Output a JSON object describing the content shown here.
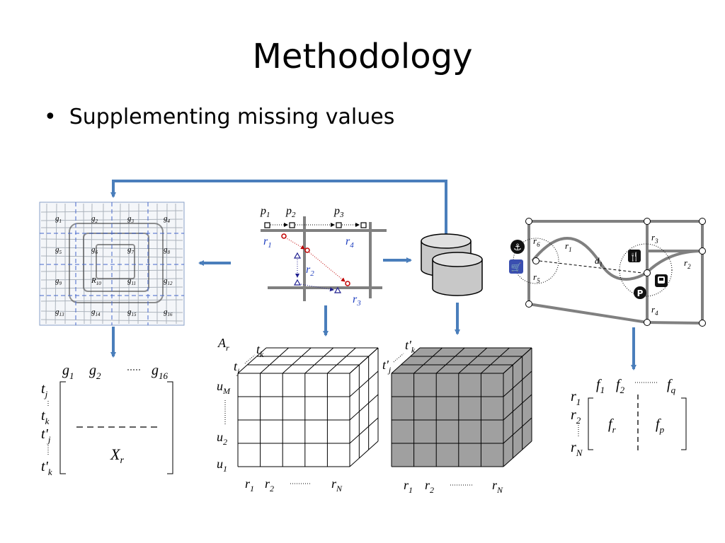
{
  "slide": {
    "title": "Methodology",
    "bullet": "Supplementing missing values"
  },
  "map_panel": {
    "grid_labels": [
      [
        "g",
        "1"
      ],
      [
        "g",
        "2"
      ],
      [
        "g",
        "3"
      ],
      [
        "g",
        "4"
      ],
      [
        "g",
        "5"
      ],
      [
        "g",
        "6"
      ],
      [
        "g",
        "7"
      ],
      [
        "g",
        "8"
      ],
      [
        "g",
        "9"
      ],
      [
        "R",
        "10"
      ],
      [
        "g",
        "11"
      ],
      [
        "g",
        "12"
      ],
      [
        "g",
        "13"
      ],
      [
        "g",
        "14"
      ],
      [
        "g",
        "15"
      ],
      [
        "g",
        "16"
      ]
    ]
  },
  "matrix_xr": {
    "columns": [
      [
        "g",
        "1"
      ],
      [
        "g",
        "2"
      ],
      [
        "g",
        "16"
      ]
    ],
    "rows": [
      [
        "t",
        "j",
        ""
      ],
      [
        "t",
        "k",
        ""
      ],
      [
        "t",
        "j",
        "'"
      ],
      [
        "t",
        "k",
        "'"
      ]
    ],
    "label": [
      "X",
      "r"
    ]
  },
  "trajectory_panel": {
    "points": [
      [
        "p",
        "1"
      ],
      [
        "p",
        "2"
      ],
      [
        "p",
        "3"
      ]
    ],
    "roads": [
      [
        "r",
        "1"
      ],
      [
        "r",
        "4"
      ],
      [
        "r",
        "2"
      ],
      [
        "r",
        "3"
      ]
    ]
  },
  "tensor_a": {
    "label": [
      "A",
      "r"
    ],
    "time_labels": [
      [
        "t",
        "k",
        ""
      ],
      [
        "t",
        "j",
        ""
      ]
    ],
    "user_labels": [
      [
        "u",
        "M"
      ],
      [
        "u",
        "2"
      ],
      [
        "u",
        "1"
      ]
    ],
    "road_labels": [
      [
        "r",
        "1"
      ],
      [
        "r",
        "2"
      ],
      [
        "r",
        "N"
      ]
    ]
  },
  "tensor_b": {
    "time_labels": [
      [
        "t",
        "k",
        "'"
      ],
      [
        "t",
        "j",
        "'"
      ]
    ],
    "road_labels": [
      [
        "r",
        "1"
      ],
      [
        "r",
        "2"
      ],
      [
        "r",
        "N"
      ]
    ]
  },
  "road_network_panel": {
    "roads": [
      [
        "r",
        "1"
      ],
      [
        "r",
        "2"
      ],
      [
        "r",
        "3"
      ],
      [
        "r",
        "4"
      ],
      [
        "r",
        "5"
      ],
      [
        "r",
        "6"
      ]
    ],
    "distance": [
      "d",
      "1"
    ]
  },
  "matrix_f": {
    "columns": [
      [
        "f",
        "1"
      ],
      [
        "f",
        "2"
      ],
      [
        "f",
        "q"
      ]
    ],
    "rows": [
      [
        "r",
        "1"
      ],
      [
        "r",
        "2"
      ],
      [
        "r",
        "N"
      ]
    ],
    "blocks": [
      [
        "f",
        "r"
      ],
      [
        "f",
        "p"
      ]
    ]
  },
  "colors": {
    "arrow": "#4a7ebb",
    "road": "#808080",
    "tensor_fill": "#a0a0a0"
  }
}
